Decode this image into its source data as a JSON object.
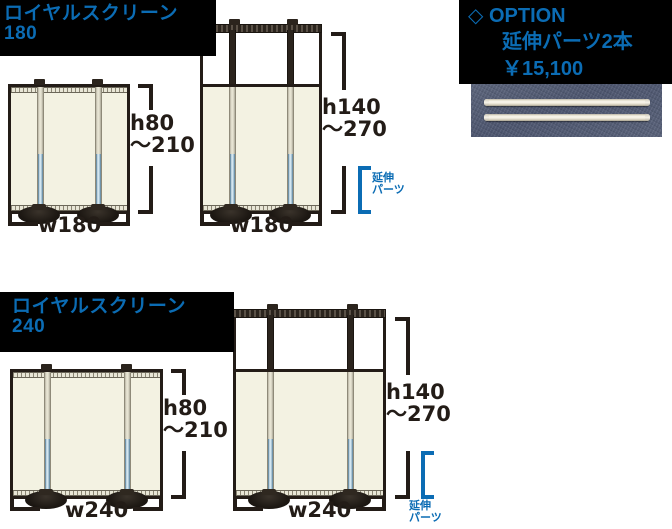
{
  "sections": {
    "screen180": {
      "title_line1": "ロイヤルスクリーン",
      "title_line2": "180",
      "standard": {
        "height_label_line1": "h80",
        "height_label_line2": "〜210",
        "width_label": "w180"
      },
      "extended": {
        "height_label_line1": "h140",
        "height_label_line2": "〜270",
        "width_label": "w180",
        "ext_label_line1": "延伸",
        "ext_label_line2": "パーツ"
      }
    },
    "screen240": {
      "title_line1": "ロイヤルスクリーン",
      "title_line2": "240",
      "standard": {
        "height_label_line1": "h80",
        "height_label_line2": "〜210",
        "width_label": "w240"
      },
      "extended": {
        "height_label_line1": "h140",
        "height_label_line2": "〜270",
        "width_label": "w240",
        "ext_label_line1": "延伸",
        "ext_label_line2": "パーツ"
      }
    }
  },
  "option": {
    "marker": "◇",
    "heading": "OPTION",
    "item": "延伸パーツ2本",
    "price": "￥15,100",
    "photo_alt": "延伸パーツ2本の写真"
  },
  "colors": {
    "accent_blue": "#0b6cb4",
    "plate_black": "#000000",
    "ink": "#231c17",
    "screen_cream": "#f3f2e2"
  }
}
